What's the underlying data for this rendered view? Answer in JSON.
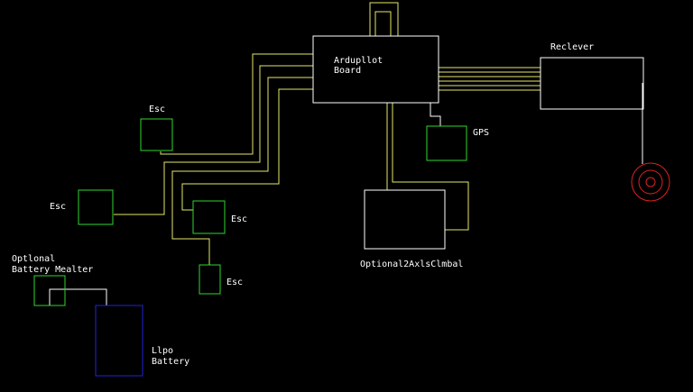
{
  "diagram": {
    "board": {
      "line1": "Ardupllot",
      "line2": "Board"
    },
    "receiver": {
      "label": "Reclever"
    },
    "gps": {
      "label": "GPS"
    },
    "gimbal": {
      "label": "Optional2AxlsClmbal"
    },
    "escs": [
      {
        "label": "Esc"
      },
      {
        "label": "Esc"
      },
      {
        "label": "Esc"
      },
      {
        "label": "Esc"
      }
    ],
    "heater": {
      "line1": "Optlonal",
      "line2": "Battery Mealter"
    },
    "battery": {
      "line1": "Llpo",
      "line2": "Battery"
    },
    "colors": {
      "background": "#000000",
      "wire": "#e6e66a",
      "esc_box": "#2fd62f",
      "battery_box": "#2222dd",
      "antenna": "#e02020"
    }
  }
}
